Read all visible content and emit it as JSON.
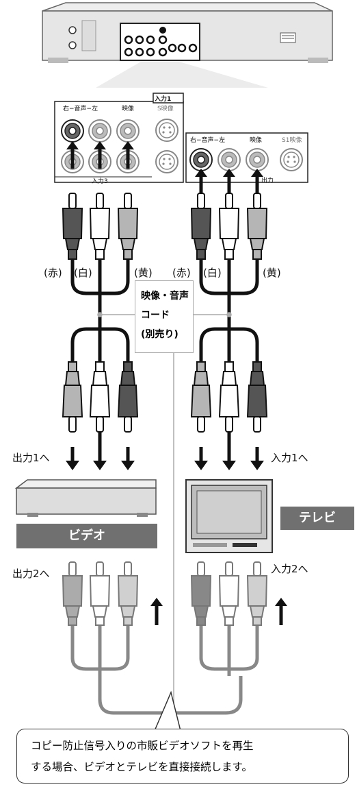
{
  "deck": {
    "in_panel": {
      "header": "入力1",
      "audio_label": "右−音声−左",
      "video_label": "映像",
      "svideo_label": "S映像",
      "footer": "入力3"
    },
    "out_panel": {
      "audio_label": "右−音声−左",
      "video_label": "映像",
      "svideo_label": "S1映像",
      "footer": "出力"
    }
  },
  "left_colors": [
    "(赤)",
    "(白)",
    "(黄)"
  ],
  "right_colors": [
    "(赤)",
    "(白)",
    "(黄)"
  ],
  "cord": {
    "line1": "映像・音声",
    "line2": "コード",
    "line3": "(別売り)"
  },
  "labels": {
    "out1": "出力1へ",
    "in1": "入力1へ",
    "out2": "出力2へ",
    "in2": "入力2へ"
  },
  "devices": {
    "vcr": "ビデオ",
    "tv": "テレビ"
  },
  "note": {
    "line1": "コピー防止信号入りの市販ビデオソフトを再生",
    "line2": "する場合、ビデオとテレビを直接接続します。"
  },
  "colors": {
    "red_plug": "#555555",
    "white_plug": "#ffffff",
    "yellow_plug": "#b5b5b5",
    "band": "#707070"
  }
}
